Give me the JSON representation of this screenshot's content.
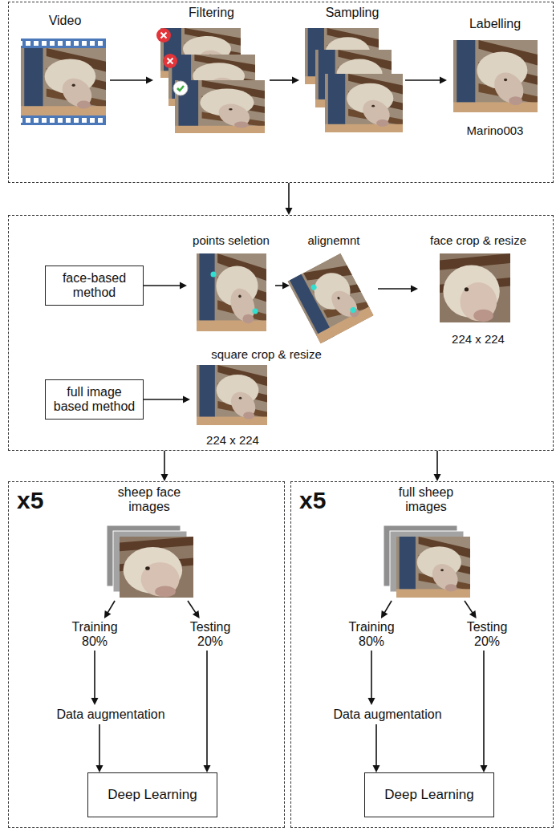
{
  "diagram": {
    "nodes": [
      {
        "text": []
      },
      {
        "text": [
          "Video"
        ],
        "in": 0
      },
      {
        "text": [
          "Filtering"
        ],
        "in": 0
      },
      {
        "text": [
          "Sampling"
        ],
        "in": 0
      },
      {
        "text": [
          "Labelling",
          "Marino003"
        ],
        "in": 0
      },
      {
        "text": []
      },
      {
        "text": [
          "face-based method"
        ],
        "in": 5
      },
      {
        "text": [
          "points seletion"
        ],
        "in": 5
      },
      {
        "text": [
          "alignemnt"
        ],
        "in": 5
      },
      {
        "text": [
          "face crop & resize",
          "224 x 224"
        ],
        "in": 5
      },
      {
        "text": [
          "full image based method"
        ],
        "in": 5
      },
      {
        "text": [
          "square crop & resize",
          "224 x 224"
        ],
        "in": 5
      },
      {
        "text": [
          "x5"
        ]
      },
      {
        "text": [
          "sheep face images"
        ],
        "in": 12
      },
      {
        "text": [
          "Training 80%"
        ],
        "in": 12
      },
      {
        "text": [
          "Testing 20%"
        ],
        "in": 12
      },
      {
        "text": [
          "Data augmentation"
        ],
        "in": 12
      },
      {
        "text": [
          "Deep Learning"
        ],
        "in": 12
      },
      {
        "text": [
          "x5"
        ]
      },
      {
        "text": [
          "full sheep images"
        ],
        "in": 18
      },
      {
        "text": [
          "Training 80%"
        ],
        "in": 18
      },
      {
        "text": [
          "Testing 20%"
        ],
        "in": 18
      },
      {
        "text": [
          "Data augmentation"
        ],
        "in": 18
      },
      {
        "text": [
          "Deep Learning"
        ],
        "in": 18
      }
    ],
    "edges": [
      {
        "from": 1,
        "to": 2,
        "arrow": "to"
      },
      {
        "from": 2,
        "to": 3,
        "arrow": "to"
      },
      {
        "from": 3,
        "to": 4,
        "arrow": "to"
      },
      {
        "from": 0,
        "to": 5,
        "arrow": "to"
      },
      {
        "from": 6,
        "to": 7,
        "arrow": "to"
      },
      {
        "from": 7,
        "to": 8,
        "arrow": "to"
      },
      {
        "from": 8,
        "to": 9,
        "arrow": "to"
      },
      {
        "from": 10,
        "to": 11,
        "arrow": "to"
      },
      {
        "from": 5,
        "to": 12,
        "arrow": "to"
      },
      {
        "from": 5,
        "to": 18,
        "arrow": "to"
      },
      {
        "from": 13,
        "to": 14,
        "arrow": "to"
      },
      {
        "from": 13,
        "to": 15,
        "arrow": "to"
      },
      {
        "from": 14,
        "to": 16,
        "arrow": "to"
      },
      {
        "from": 16,
        "to": 17,
        "arrow": "to"
      },
      {
        "from": 15,
        "to": 17,
        "arrow": "to"
      },
      {
        "from": 19,
        "to": 20,
        "arrow": "to"
      },
      {
        "from": 19,
        "to": 21,
        "arrow": "to"
      },
      {
        "from": 20,
        "to": 22,
        "arrow": "to"
      },
      {
        "from": 22,
        "to": 23,
        "arrow": "to"
      },
      {
        "from": 21,
        "to": 23,
        "arrow": "to"
      }
    ]
  }
}
